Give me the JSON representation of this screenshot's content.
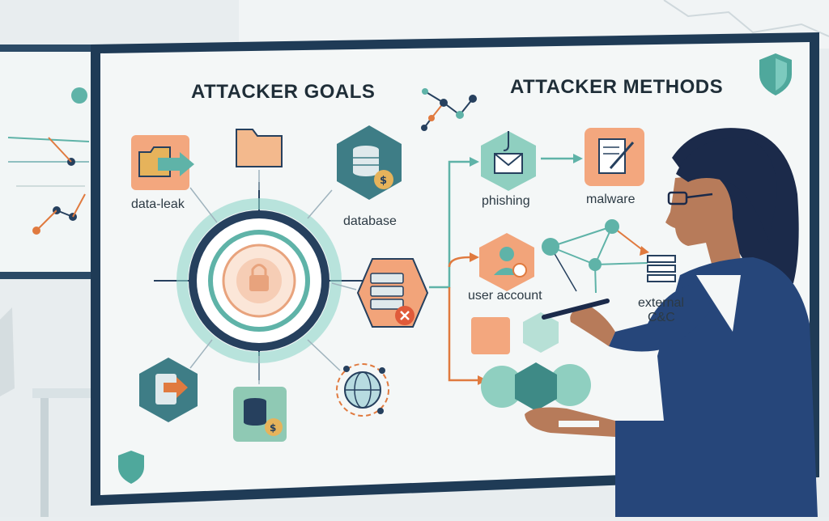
{
  "board": {
    "left_title": "ATTACKER GOALS",
    "right_title": "ATTACKER METHODS"
  },
  "goals": {
    "data_leak": "data-leak",
    "database": "database"
  },
  "methods": {
    "phishing": "phishing",
    "malware": "malware",
    "user_account": "user account",
    "external_line1": "external",
    "external_line2": "C&C"
  },
  "colors": {
    "teal": "#5fb3a8",
    "orange": "#e07a3f",
    "navy": "#26405e",
    "board_frame": "#1f3b56",
    "board_bg": "#f4f7f7"
  }
}
